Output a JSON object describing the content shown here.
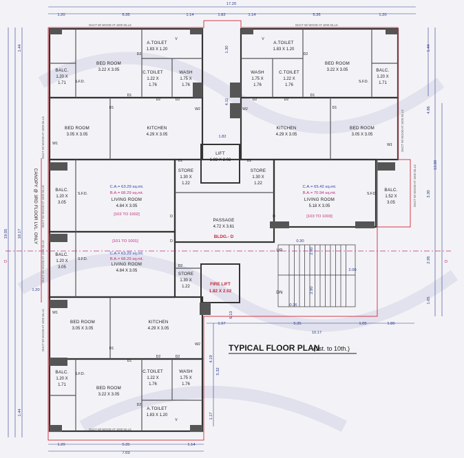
{
  "dims": {
    "total_w": "17.20",
    "top_a": "1.20",
    "top_b": "5.35",
    "top_c": "1.14",
    "top_d": "1.82",
    "top_e": "1.14",
    "top_f": "5.35",
    "top_g": "1.20",
    "bot_a": "1.20",
    "bot_b": "5.35",
    "bot_c": "1.14",
    "bot_total": "7.69",
    "left_a": "1.44",
    "left_b": "1.20",
    "left_total": "19.05",
    "left_inner": "18.17",
    "left_top_mid": "4.11",
    "left_bot_right": "4.19",
    "right_top": "1.44",
    "right_mid": "4.86",
    "right_total": "13.80",
    "right_c": "3.30",
    "right_d": "2.95",
    "right_e": "1.65",
    "mid_vert_a": "1.30",
    "mid_vert_b": "4.11",
    "mid_182": "1.82",
    "stair_a": "0.30",
    "stair_b": "2.80",
    "stair_c": "2.00",
    "stair_d": "2.80",
    "stair_e": "0.36",
    "lower_a": "1.97",
    "lower_b": "5.35",
    "lower_c": "1.05",
    "lower_d": "1.80",
    "lower_total": "10.17",
    "lower_e": "6.13",
    "lower_f": "5.32",
    "lower_g": "1.17",
    "lower_h": "1.44"
  },
  "rooms": {
    "tl_bed": {
      "name": "BED ROOM",
      "size": "3.22 X 3.05"
    },
    "tl_atoilet": {
      "name": "A.TOILET",
      "size": "1.83 X 1.20"
    },
    "tl_ctoilet": {
      "name": "C.TOILET",
      "size1": "1.22 X",
      "size2": "1.76"
    },
    "tl_wash": {
      "name": "WASH",
      "size1": "1.75 X",
      "size2": "1.76"
    },
    "tl_balc": {
      "name": "BALC.",
      "size1": "1.20 X",
      "size2": "1.71"
    },
    "tl_bed2": {
      "name": "BED ROOM",
      "size": "3.05 X 3.05"
    },
    "tl_kitchen": {
      "name": "KITCHEN",
      "size": "4.29 X 3.05"
    },
    "tl_balc2": {
      "name": "BALC.",
      "size1": "1.20 X",
      "size2": "3.05"
    },
    "tl_living": {
      "name": "LIVING ROOM",
      "size": "4.84 X 3.05",
      "ca": "C.A.= 63.29 sq.mt.",
      "ba": "B.A.= 68.29 sq.mt.",
      "flats": "[102 TO 1002]"
    },
    "tr_atoilet": {
      "name": "A.TOILET",
      "size": "1.83 X 1.20"
    },
    "tr_bed": {
      "name": "BED ROOM",
      "size": "3.22 X 3.05"
    },
    "tr_wash": {
      "name": "WASH",
      "size1": "1.75 X",
      "size2": "1.76"
    },
    "tr_ctoilet": {
      "name": "C.TOILET",
      "size1": "1.22 X",
      "size2": "1.76"
    },
    "tr_balc": {
      "name": "BALC.",
      "size1": "1.20 X",
      "size2": "1.71"
    },
    "tr_kitchen": {
      "name": "KITCHEN",
      "size": "4.29 X 3.05"
    },
    "tr_bed2": {
      "name": "BED ROOM",
      "size": "3.05 X 3.05"
    },
    "tr_living": {
      "name": "LIVING ROOM",
      "size": "5.18 X 3.05",
      "ca": "C.A.= 65.42 sq.mt.",
      "ba": "B.A.= 70.94 sq.mt.",
      "flats": "[103 TO 1003]"
    },
    "tr_balc2": {
      "name": "BALC.",
      "size1": "1.52 X",
      "size2": "3.05"
    },
    "lift": {
      "name": "LIFT",
      "size": "1.82 X 2.02"
    },
    "store1": {
      "name": "STORE",
      "size1": "1.30 X",
      "size2": "1.22"
    },
    "store2": {
      "name": "STORE",
      "size1": "1.30 X",
      "size2": "1.22"
    },
    "passage": {
      "name": "PASSAGE",
      "size": "4.72 X 3.61",
      "bldg": "BLDG.- D"
    },
    "store3": {
      "name": "STORE",
      "size1": "1.30 X",
      "size2": "1.22"
    },
    "firelift": {
      "name": "FIRE LIFT",
      "size": "1.82 X 2.02"
    },
    "bl_balc": {
      "name": "BALC.",
      "size1": "1.20 X",
      "size2": "3.05"
    },
    "bl_living": {
      "name": "LIVING ROOM",
      "size": "4.84 X 3.05",
      "ca": "C.A.= 63.29 sq.mt.",
      "ba": "B.A.= 68.29 sq.mt.",
      "flats": "[101 TO 1001]"
    },
    "bl_bed": {
      "name": "BED ROOM",
      "size": "3.05 X 3.05"
    },
    "bl_kitchen": {
      "name": "KITCHEN",
      "size": "4.29 X 3.05"
    },
    "bl_balc2": {
      "name": "BALC.",
      "size1": "1.20 X",
      "size2": "1.71"
    },
    "bl_bed2": {
      "name": "BED ROOM",
      "size": "3.22 X 3.05"
    },
    "bl_ctoilet": {
      "name": "C.TOILET",
      "size1": "1.22 X",
      "size2": "1.76"
    },
    "bl_wash": {
      "name": "WASH",
      "size1": "1.75 X",
      "size2": "1.76"
    },
    "bl_atoilet": {
      "name": "A.TOILET",
      "size": "1.83 X 1.20"
    }
  },
  "labels": {
    "up": "UP",
    "dn": "DN",
    "d_left": "D",
    "d_right": "D",
    "canopy": "CANOPY @ 3RD FLOOR LVL. ONLY",
    "sfd": "S.F.D.",
    "w1": "W1",
    "w2": "W2",
    "d1": "D1",
    "d2": "D2",
    "d": "D",
    "v": "V",
    "title": "TYPICAL FLOOR PLAN",
    "title_sub": "(1st. to 10th.)",
    "shaft": "DUCT W/ WOOD AT 1000 SILLS"
  }
}
